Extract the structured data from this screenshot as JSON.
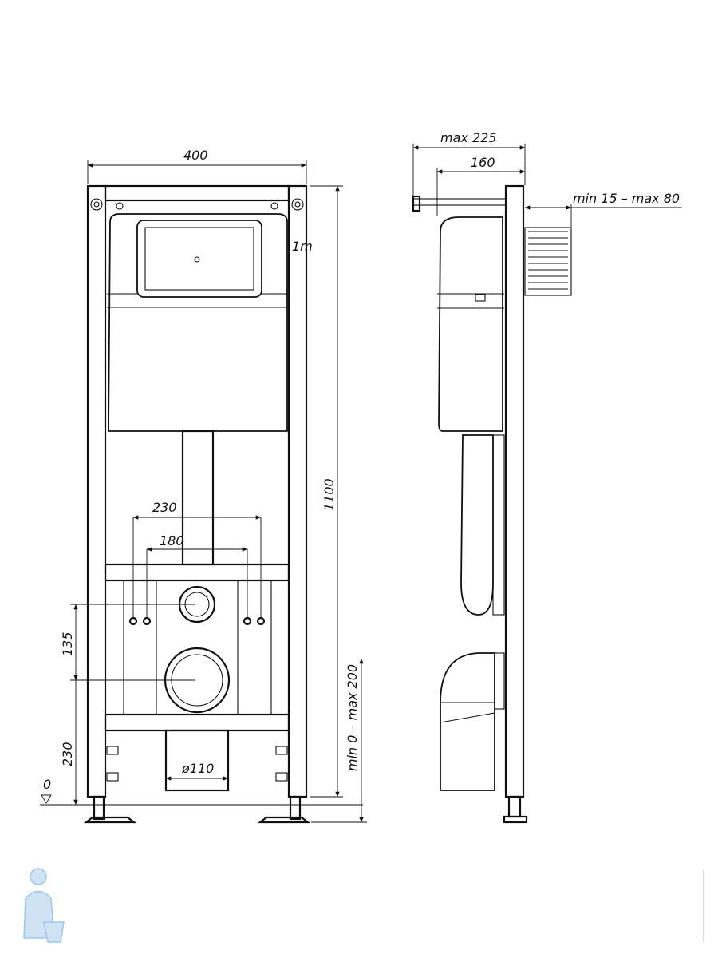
{
  "front_view": {
    "width_label": "400",
    "height_label": "1100",
    "outer_stud_spacing_label": "230",
    "inner_stud_spacing_label": "180",
    "stud_to_outlet_label": "135",
    "outlet_height_label": "230",
    "zero_level_label": "0",
    "leg_adjust_label": "min 0 – max 200",
    "outlet_diameter_label": "ø110",
    "cistern_badge": "1m"
  },
  "side_view": {
    "max_depth_label": "max 225",
    "frame_depth_label": "160",
    "wall_thickness_label": "min 15 – max 80"
  },
  "colors": {
    "line": "#111111",
    "background": "#ffffff",
    "watermark": "#9ec8ea"
  }
}
